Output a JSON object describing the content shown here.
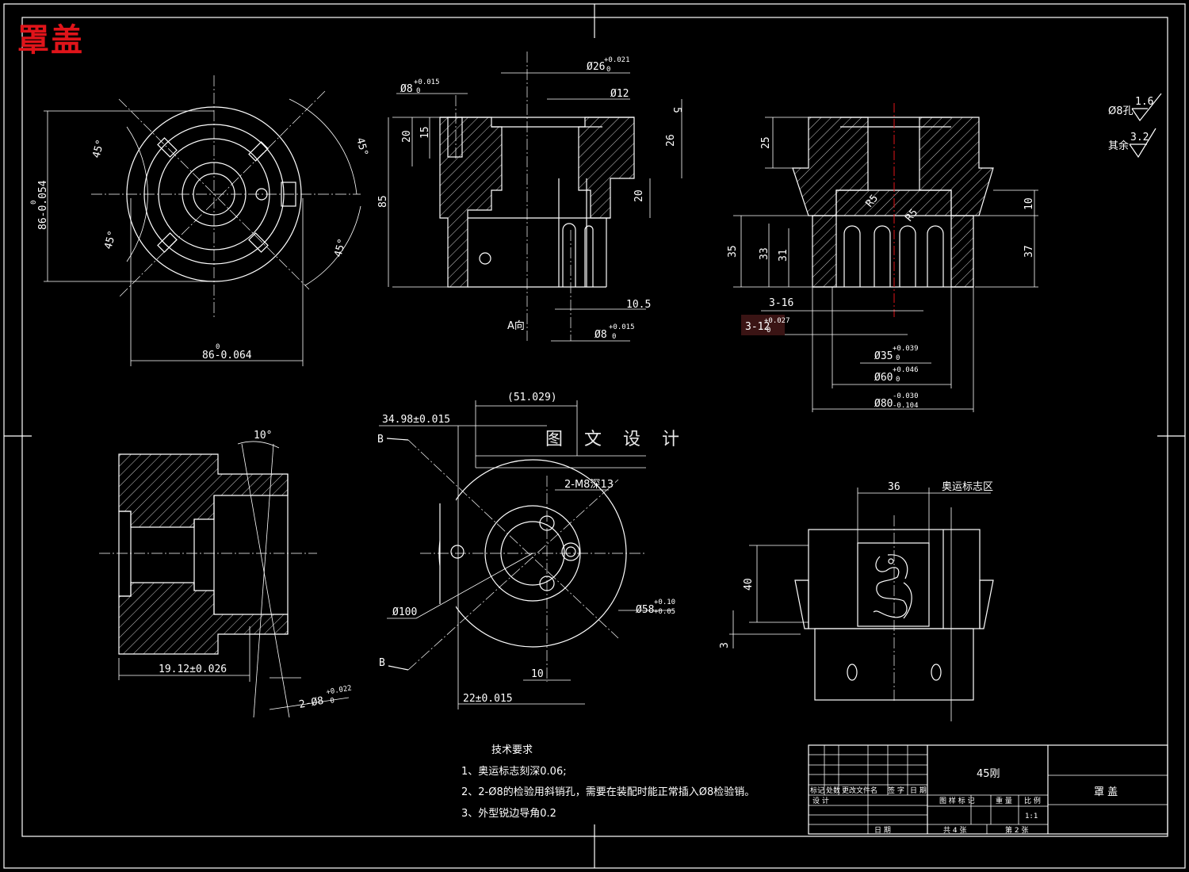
{
  "brand_title": "罩盖",
  "watermark": "图 文 设 计",
  "view_top_left": {
    "dim_vertical": "86-0.054",
    "dim_vertical_sup": "0",
    "dim_horizontal": "86-0.064",
    "dim_horizontal_sup": "0",
    "angles": [
      "45°",
      "45°",
      "45°",
      "45°"
    ]
  },
  "view_top_mid": {
    "dia26": "Ø26",
    "dia26_tol_top": "+0.021",
    "dia26_tol_bot": "0",
    "dia12": "Ø12",
    "dia8_top": "Ø8",
    "dia8_top_tol_top": "+0.015",
    "dia8_top_tol_bot": "0",
    "d20": "20",
    "d15": "15",
    "d85": "85",
    "d5": "5",
    "d26": "26",
    "d20b": "20",
    "d10_5": "10.5",
    "dia8_bot": "Ø8",
    "dia8_bot_tol_top": "+0.015",
    "dia8_bot_tol_bot": "0",
    "view_label": "A向"
  },
  "view_top_right": {
    "d25": "25",
    "d35": "35",
    "d33": "33",
    "d31": "31",
    "d10": "10",
    "d37": "37",
    "r5a": "R5",
    "r5b": "R5",
    "d3_16": "3-16",
    "d3_12": "3-12",
    "d3_12_tol_top": "+0.027",
    "d3_12_tol_bot": "0",
    "dia35": "Ø35",
    "dia35_tol_top": "+0.039",
    "dia35_tol_bot": "0",
    "dia60": "Ø60",
    "dia60_tol_top": "+0.046",
    "dia60_tol_bot": "0",
    "dia80": "Ø80",
    "dia80_tol_top": "-0.030",
    "dia80_tol_bot": "-0.104"
  },
  "roughness": {
    "hole_label": "Ø8孔",
    "hole_value": "1.6",
    "rest_label": "其余",
    "rest_value": "3.2"
  },
  "view_bottom_left": {
    "angle": "10°",
    "d19": "19.12±0.026",
    "pin": "2-Ø8",
    "pin_tol_top": "+0.022",
    "pin_tol_bot": "0"
  },
  "view_bottom_mid": {
    "d51": "(51.029)",
    "d34": "34.98±0.015",
    "section_b_top": "B",
    "section_b_bot": "B",
    "m8": "2-M8深13",
    "dia100": "Ø100",
    "dia58": "Ø58",
    "dia58_tol_top": "+0.10",
    "dia58_tol_bot": "+0.05",
    "d10": "10",
    "d22": "22±0.015"
  },
  "view_bottom_right": {
    "d36": "36",
    "logo_area": "奥运标志区",
    "d40": "40",
    "d3": "3"
  },
  "tech_req": {
    "title": "技术要求",
    "items": [
      "1、奥运标志刻深0.06;",
      "2、2-Ø8的检验用斜销孔，需要在装配时能正常插入Ø8检验销。",
      "3、外型锐边导角0.2"
    ]
  },
  "title_block": {
    "material": "45刚",
    "part_name": "罩 盖",
    "scale": "1:1",
    "total_sheets": "共 4 张",
    "sheet_no": "第 2 张",
    "date_label": "日 期",
    "header_cells": [
      "标记",
      "处数",
      "更改文件名",
      "签 字",
      "日 期"
    ],
    "design": "设 计",
    "stage_headers": [
      "图 样 标 记",
      "重 量",
      "比 例"
    ]
  }
}
